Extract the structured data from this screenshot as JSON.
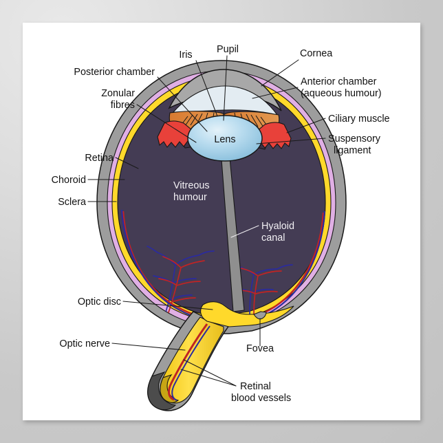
{
  "poster": {
    "title": "Anatomy of the Human Eye (cross-section diagram)",
    "background_color": "#ffffff",
    "frame_color": "#c9c9c9"
  },
  "colors": {
    "sclera": "#9d9d9d",
    "choroid": "#e0afe4",
    "retina": "#ffd92b",
    "vitreous": "#443c54",
    "lens_light": "#cfe6f3",
    "lens_mid": "#a9d2e8",
    "lens_edge": "#6fa9c9",
    "iris": "#d9843c",
    "ciliary_muscle": "#e8413a",
    "aqueous": "#e3ecf2",
    "optic_nerve": "#ffd92b",
    "artery_red": "#d42020",
    "vein_blue": "#2b2b9e",
    "outline": "#171717",
    "text_dark": "#111111",
    "text_light": "#f2f0f4"
  },
  "labels": {
    "pupil": "Pupil",
    "iris": "Iris",
    "cornea": "Cornea",
    "posterior_chamber": "Posterior chamber",
    "zonular_fibres_line1": "Zonular",
    "zonular_fibres_line2": "fibres",
    "anterior_chamber_line1": "Anterior chamber",
    "anterior_chamber_line2": "(aqueous humour)",
    "ciliary_muscle": "Ciliary muscle",
    "suspensory_line1": "Suspensory",
    "suspensory_line2": "ligament",
    "retina": "Retina",
    "choroid": "Choroid",
    "sclera": "Sclera",
    "lens": "Lens",
    "vitreous_line1": "Vitreous",
    "vitreous_line2": "humour",
    "hyaloid_line1": "Hyaloid",
    "hyaloid_line2": "canal",
    "optic_disc": "Optic disc",
    "optic_nerve": "Optic nerve",
    "fovea": "Fovea",
    "retinal_vessels_line1": "Retinal",
    "retinal_vessels_line2": "blood vessels"
  }
}
